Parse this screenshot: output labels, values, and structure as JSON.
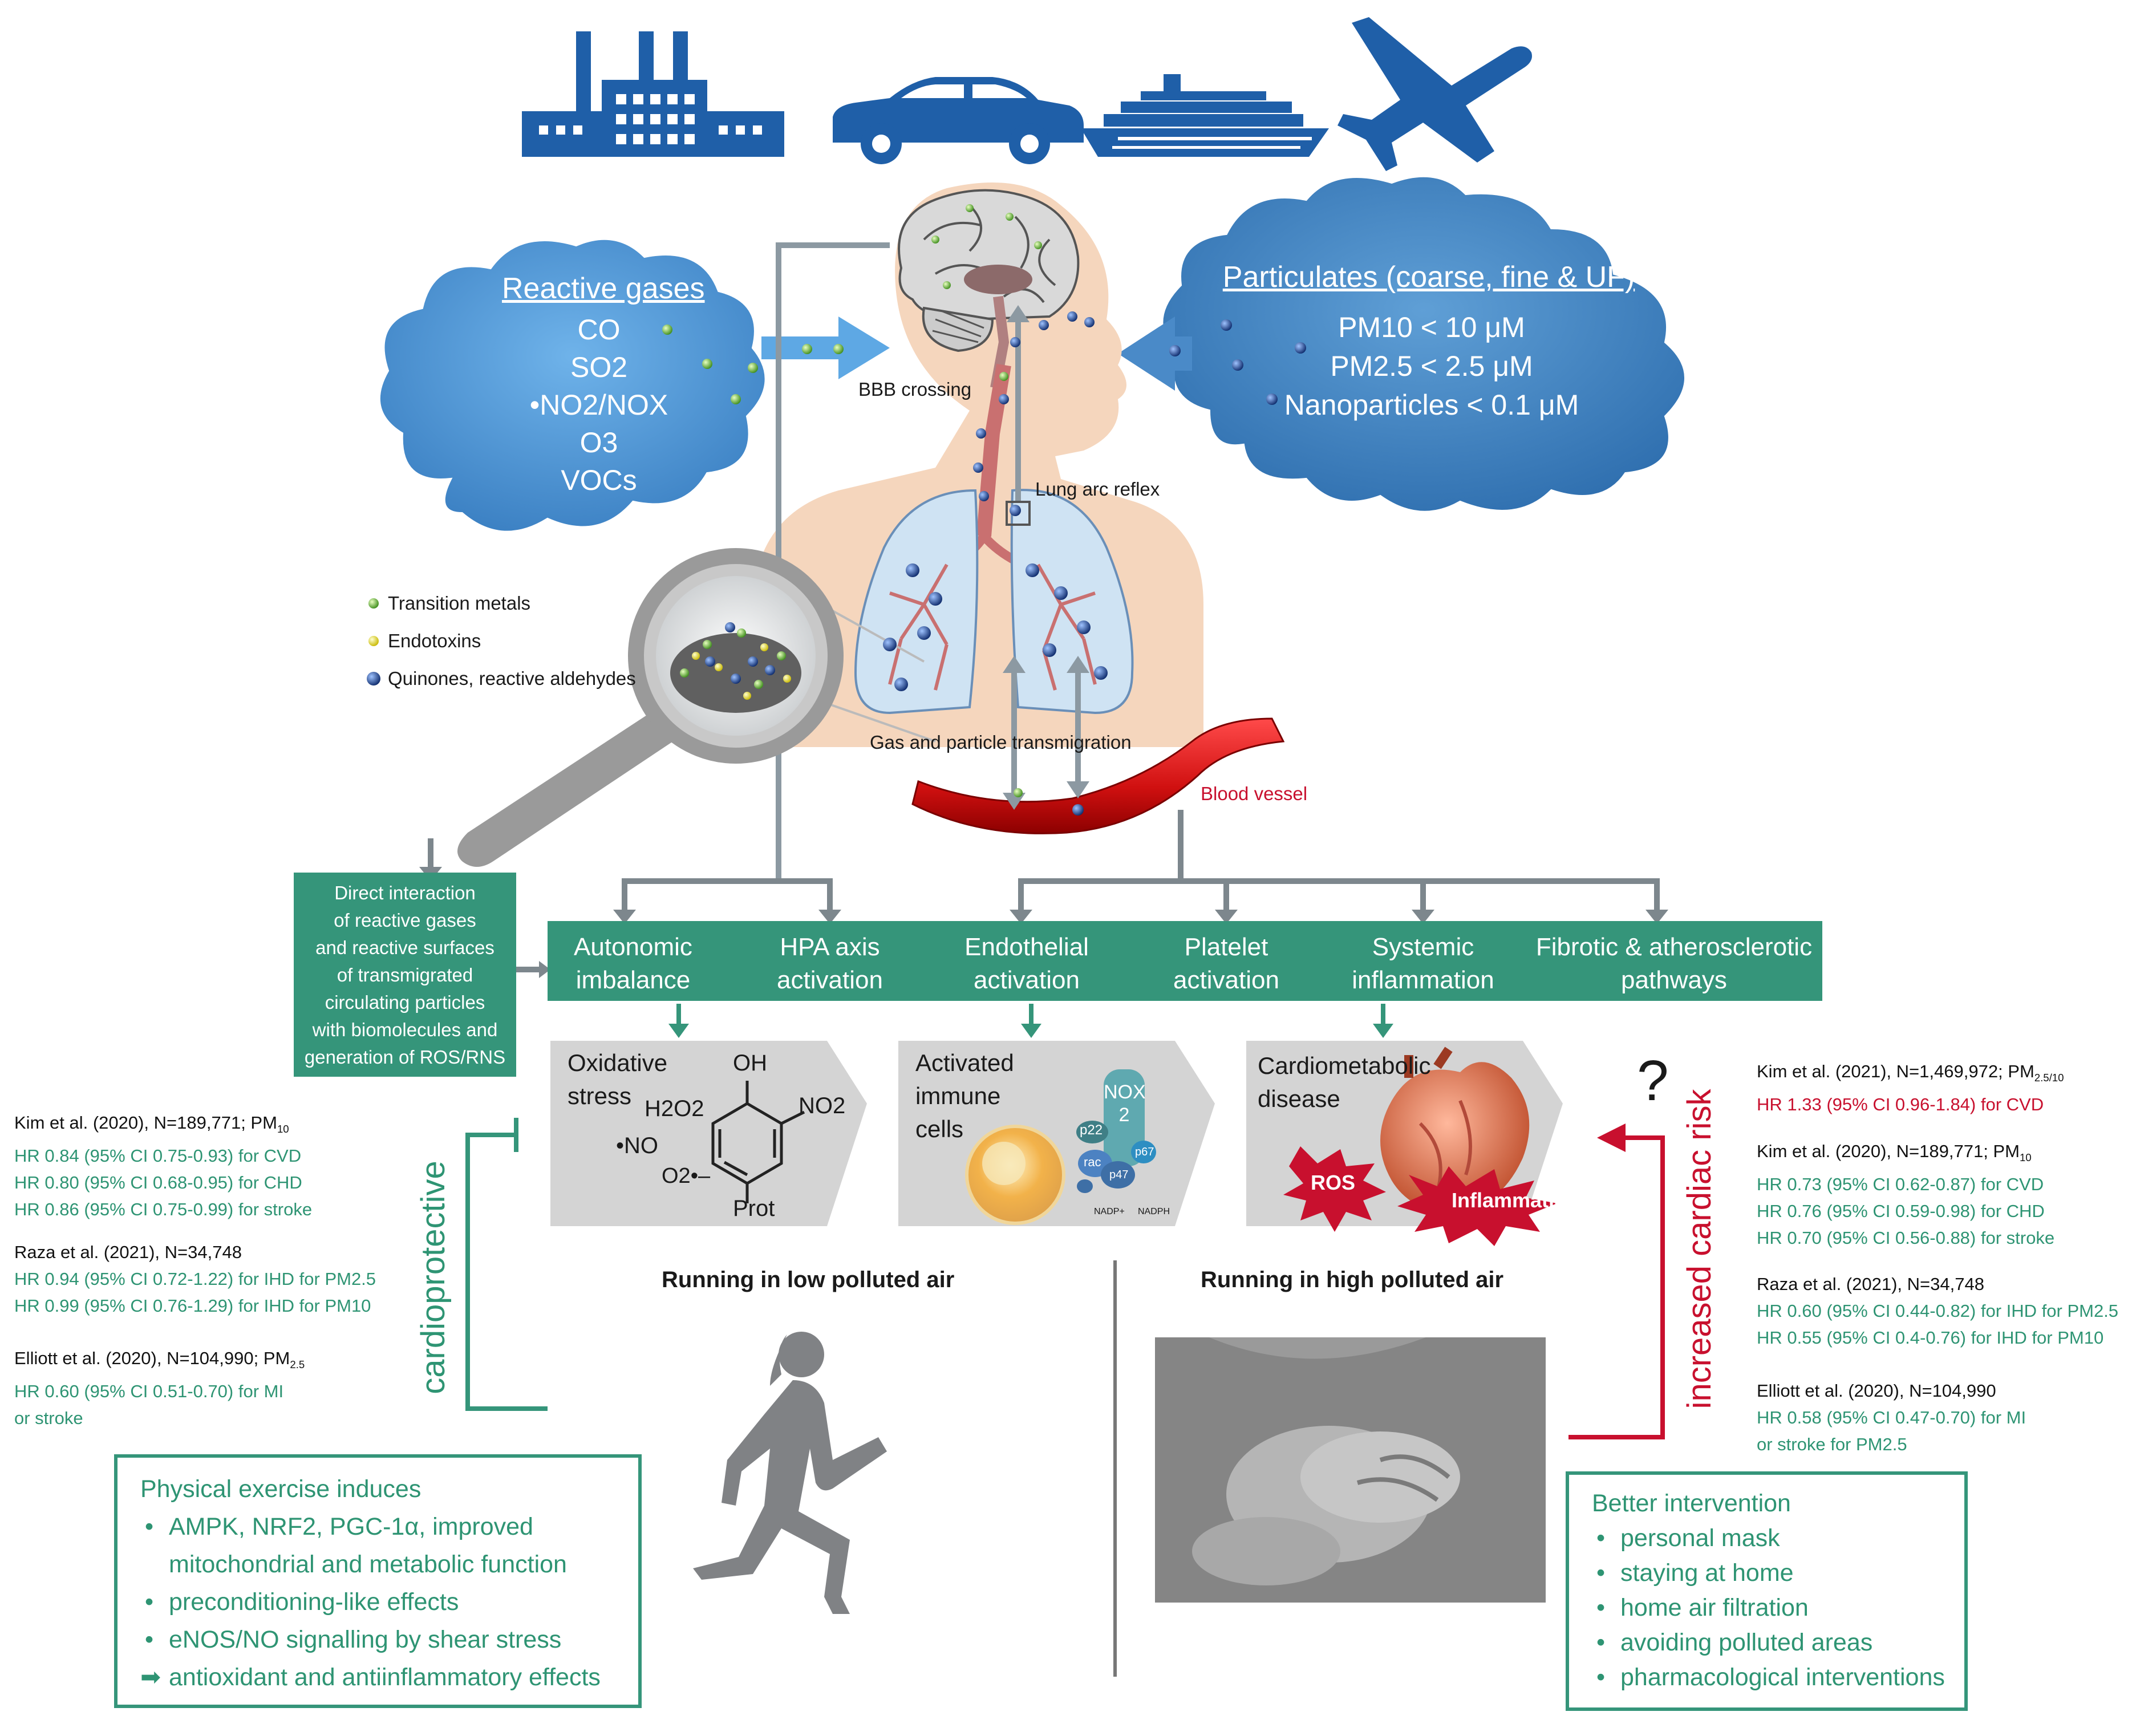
{
  "colors": {
    "teal": "#35957a",
    "green_text": "#2e9473",
    "red": "#c8102e",
    "cloud_blue": "#4a8fd0",
    "transport_blue": "#1f5fa8",
    "skin": "#f5d6bd"
  },
  "icons": [
    "factory-icon",
    "car-icon",
    "ship-icon",
    "airplane-icon",
    "runner-icon",
    "magnifier-icon"
  ],
  "reactive_gases": {
    "title": "Reactive gases",
    "items": [
      "CO",
      "SO2",
      "•NO2/NOX",
      "O3",
      "VOCs"
    ]
  },
  "particulates": {
    "title": "Particulates (coarse, fine & UF)",
    "items": [
      "PM10 < 10 μM",
      "PM2.5 < 2.5 μM",
      "Nanoparticles < 0.1 μM"
    ]
  },
  "anatomy_labels": {
    "bbb": "BBB crossing",
    "lung_reflex": "Lung arc reflex",
    "transmigration": "Gas and particle transmigration",
    "vessel": "Blood vessel"
  },
  "legend": [
    "Transition metals",
    "Endotoxins",
    "Quinones, reactive aldehydes"
  ],
  "direct_interaction": [
    "Direct interaction",
    "of reactive gases",
    "and reactive surfaces",
    "of transmigrated",
    "circulating particles",
    "with biomolecules and",
    "generation  of ROS/RNS"
  ],
  "pathways": [
    {
      "line1": "Autonomic",
      "line2": "imbalance"
    },
    {
      "line1": "HPA axis",
      "line2": "activation"
    },
    {
      "line1": "Endothelial",
      "line2": "activation"
    },
    {
      "line1": "Platelet",
      "line2": "activation"
    },
    {
      "line1": "Systemic",
      "line2": "inflammation"
    },
    {
      "line1": "Fibrotic & atherosclerotic",
      "line2": "pathways"
    }
  ],
  "panels": {
    "oxidative": {
      "line1": "Oxidative",
      "line2": "stress",
      "oh": "OH",
      "no2": "NO2",
      "h2o2": "H2O2",
      "no": "•NO",
      "o2": "O2•–",
      "prot": "Prot"
    },
    "immune": {
      "line1": "Activated",
      "line2": "immune",
      "line3": "cells",
      "nox": "NOX",
      "nox2": "2",
      "p22": "p22",
      "rac": "rac",
      "p47": "p47",
      "p67": "p67",
      "nadp": "NADP+",
      "nadph": "NADPH"
    },
    "cardio": {
      "line1": "Cardiometabolic",
      "line2": "disease",
      "ros": "ROS",
      "inflammation": "Inflammation"
    }
  },
  "question_mark": "?",
  "running_low": "Running in low polluted air",
  "running_high": "Running in high polluted air",
  "cardioprotective": "cardioprotective",
  "increased_risk": "increased cardiac risk",
  "left_studies": [
    {
      "head": "Kim et al. (2020), N=189,771; PM",
      "head_sub": "10",
      "lines": [
        "HR 0.84  (95% CI 0.75-0.93) for CVD",
        "HR 0.80 (95% CI 0.68-0.95) for CHD",
        "HR 0.86 (95% CI 0.75-0.99) for stroke"
      ]
    },
    {
      "head": "Raza et al. (2021), N=34,748",
      "lines": [
        "HR 0.94 (95% CI 0.72-1.22) for IHD for PM2.5",
        "HR 0.99 (95% CI 0.76-1.29) for IHD for PM10"
      ]
    },
    {
      "head": "Elliott et al. (2020), N=104,990; PM",
      "head_sub": "2.5",
      "lines": [
        "HR 0.60 (95% CI 0.51-0.70) for MI",
        "or stroke"
      ]
    }
  ],
  "right_studies": [
    {
      "head": "Kim et al. (2021), N=1,469,972; PM",
      "head_sub": "2.5/10",
      "lines": [
        "HR 1.33 (95% CI 0.96-1.84) for CVD"
      ],
      "red": true
    },
    {
      "head": "Kim et al. (2020), N=189,771; PM",
      "head_sub": "10",
      "lines": [
        "HR 0.73 (95% CI 0.62-0.87) for CVD",
        "HR 0.76 (95% CI 0.59-0.98) for CHD",
        "HR 0.70 (95% CI 0.56-0.88) for stroke"
      ]
    },
    {
      "head": "Raza et al. (2021), N=34,748",
      "lines": [
        "HR 0.60 (95% CI 0.44-0.82) for IHD for PM2.5",
        "HR 0.55 (95% CI 0.4-0.76) for IHD for PM10"
      ]
    },
    {
      "head": "Elliott et al. (2020), N=104,990",
      "lines": [
        "HR 0.58 (95% CI 0.47-0.70) for MI",
        "or stroke for PM2.5"
      ]
    }
  ],
  "exercise_box": {
    "title": "Physical exercise induces",
    "items": [
      "AMPK, NRF2, PGC-1α, improved",
      "mitochondrial and metabolic function",
      "preconditioning-like effects",
      "eNOS/NO signalling by shear stress"
    ],
    "result": "antioxidant and antiinflammatory effects"
  },
  "intervention_box": {
    "title": "Better intervention",
    "items": [
      "personal mask",
      "staying at home",
      "home air filtration",
      "avoiding polluted areas",
      "pharmacological interventions"
    ]
  }
}
